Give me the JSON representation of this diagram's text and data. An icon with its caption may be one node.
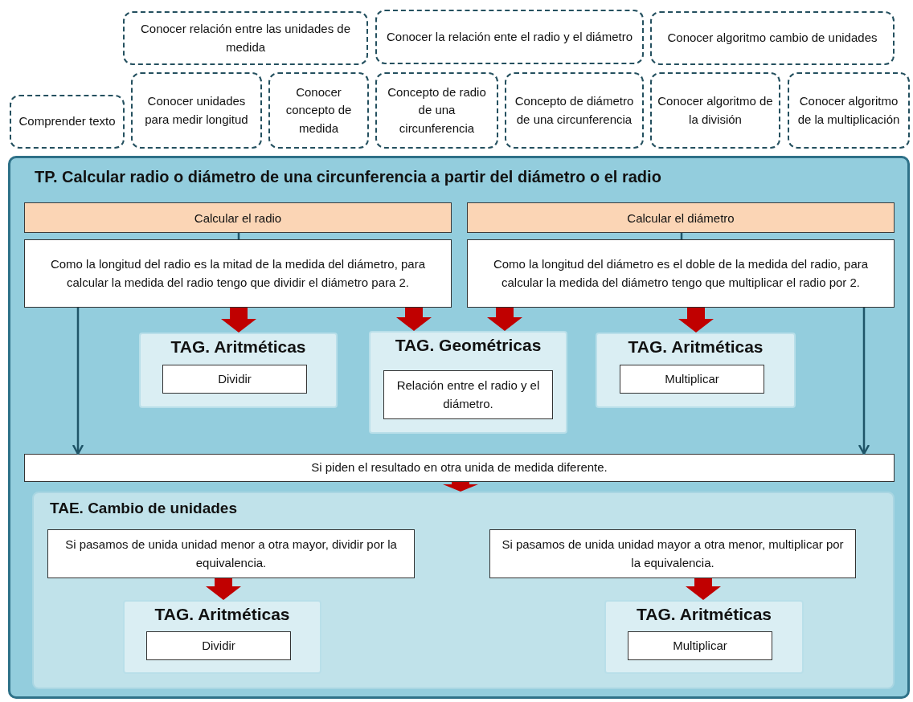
{
  "diagram": {
    "nodes": [
      {
        "text": [
          "Conocer relación entre las unidades de medida"
        ]
      },
      {
        "text": [
          "Conocer la relación ente el radio y el diámetro"
        ]
      },
      {
        "text": [
          "Conocer algoritmo cambio de unidades"
        ]
      },
      {
        "text": [
          "Comprender texto"
        ]
      },
      {
        "text": [
          "Conocer unidades para medir longitud"
        ]
      },
      {
        "text": [
          "Conocer concepto de medida"
        ]
      },
      {
        "text": [
          "Concepto de radio de una circunferencia"
        ]
      },
      {
        "text": [
          "Concepto de diámetro de una circunferencia"
        ]
      },
      {
        "text": [
          "Conocer algoritmo de la división"
        ]
      },
      {
        "text": [
          "Conocer algoritmo de la multiplicación"
        ]
      },
      {
        "text": [
          "TP. Calcular radio o diámetro de una circunferencia a partir del diámetro o el radio"
        ]
      },
      {
        "text": [
          "Calcular el radio"
        ],
        "in": 10
      },
      {
        "text": [
          "Calcular el diámetro"
        ],
        "in": 10
      },
      {
        "text": [
          "Como la longitud del radio es la mitad de la medida del diámetro, para calcular la medida del radio tengo que dividir el diámetro para 2."
        ],
        "in": 10
      },
      {
        "text": [
          "Como la longitud del diámetro es el doble de la medida del radio, para calcular la medida del diámetro tengo que multiplicar el radio por 2."
        ],
        "in": 10
      },
      {
        "text": [
          "TAG. Aritméticas"
        ],
        "in": 10
      },
      {
        "text": [
          "Dividir"
        ],
        "in": 15
      },
      {
        "text": [
          "TAG. Geométricas"
        ],
        "in": 10
      },
      {
        "text": [
          "Relación entre el radio y el diámetro."
        ],
        "in": 17
      },
      {
        "text": [
          "TAG. Aritméticas"
        ],
        "in": 10
      },
      {
        "text": [
          "Multiplicar"
        ],
        "in": 19
      },
      {
        "text": [
          "Si piden el resultado en otra unida de medida diferente."
        ],
        "in": 10
      },
      {
        "text": [
          "TAE. Cambio de unidades"
        ],
        "in": 10
      },
      {
        "text": [
          "Si pasamos de unida unidad menor a otra mayor, dividir por la equivalencia."
        ],
        "in": 22
      },
      {
        "text": [
          "Si pasamos de unida unidad mayor a otra menor, multiplicar por la equivalencia."
        ],
        "in": 22
      },
      {
        "text": [
          "TAG. Aritméticas"
        ],
        "in": 22
      },
      {
        "text": [
          "Dividir"
        ],
        "in": 25
      },
      {
        "text": [
          "TAG. Aritméticas"
        ],
        "in": 22
      },
      {
        "text": [
          "Multiplicar"
        ],
        "in": 27
      }
    ],
    "edges": [
      {
        "from": 11,
        "to": 13,
        "arrow": "none",
        "color": "#1f5568"
      },
      {
        "from": 12,
        "to": 14,
        "arrow": "none",
        "color": "#1f5568"
      },
      {
        "from": 13,
        "to": 15,
        "arrow": "to",
        "color": "#c00000"
      },
      {
        "from": 13,
        "to": 17,
        "arrow": "to",
        "color": "#c00000"
      },
      {
        "from": 14,
        "to": 17,
        "arrow": "to",
        "color": "#c00000"
      },
      {
        "from": 14,
        "to": 19,
        "arrow": "to",
        "color": "#c00000"
      },
      {
        "from": 13,
        "to": 21,
        "arrow": "to",
        "color": "#1f5568"
      },
      {
        "from": 14,
        "to": 21,
        "arrow": "to",
        "color": "#1f5568"
      },
      {
        "from": 21,
        "to": 22,
        "arrow": "to",
        "color": "#c00000"
      },
      {
        "from": 23,
        "to": 25,
        "arrow": "to",
        "color": "#c00000"
      },
      {
        "from": 24,
        "to": 27,
        "arrow": "to",
        "color": "#c00000"
      }
    ]
  }
}
